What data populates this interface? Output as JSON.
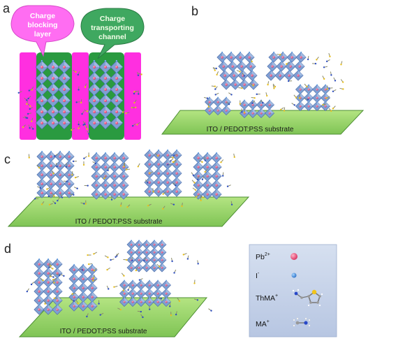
{
  "panels": {
    "a": {
      "letter": "a",
      "bubble_left": [
        "Charge",
        "blocking",
        "layer"
      ],
      "bubble_right": [
        "Charge",
        "transporting",
        "channel"
      ]
    },
    "b": {
      "letter": "b",
      "substrate": "ITO / PEDOT:PSS substrate"
    },
    "c": {
      "letter": "c",
      "substrate": "ITO / PEDOT:PSS substrate"
    },
    "d": {
      "letter": "d",
      "substrate": "ITO / PEDOT:PSS substrate"
    }
  },
  "legend": {
    "items": [
      {
        "label": "Pb",
        "sup": "2+",
        "marker": "pb-ion-icon"
      },
      {
        "label": "I",
        "sup": "-",
        "marker": "iodide-ion-icon"
      },
      {
        "label": "ThMA",
        "sup": "+",
        "marker": "thma-molecule-icon"
      },
      {
        "label": "MA",
        "sup": "+",
        "marker": "ma-molecule-icon"
      }
    ]
  },
  "colors": {
    "magenta": "#ff2fe0",
    "green_dark": "#2a9a40",
    "green_light": "#8ccf5a",
    "substrate_top": "#9fd96e",
    "substrate_edge": "#4d8f33",
    "octahedron": "#7f9fd2",
    "octahedron_dark": "#4a6aa8",
    "pb": "#e8507a",
    "iodide": "#3f8fe0",
    "bubble_pink": "#ff6df2",
    "bubble_green": "#3fa860",
    "legend_bg": "#c9d5ea"
  }
}
